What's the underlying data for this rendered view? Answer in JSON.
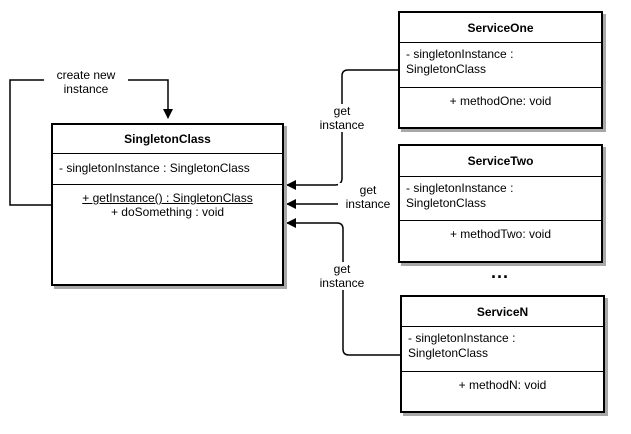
{
  "singleton": {
    "title": "SingletonClass",
    "attribute": "- singletonInstance : SingletonClass",
    "method_static": "+ getInstance() : SingletonClass",
    "method_other": "+ doSomething : void"
  },
  "services": [
    {
      "title": "ServiceOne",
      "attr_line1": "- singletonInstance :",
      "attr_line2": "SingletonClass",
      "method": "+ methodOne: void"
    },
    {
      "title": "ServiceTwo",
      "attr_line1": "- singletonInstance :",
      "attr_line2": "SingletonClass",
      "method": "+ methodTwo: void"
    },
    {
      "title": "ServiceN",
      "attr_line1": "- singletonInstance :",
      "attr_line2": "SingletonClass",
      "method": "+ methodN: void"
    }
  ],
  "labels": {
    "create_line1": "create new",
    "create_line2": "instance",
    "get": "get",
    "instance": "instance"
  },
  "ellipsis": "..."
}
